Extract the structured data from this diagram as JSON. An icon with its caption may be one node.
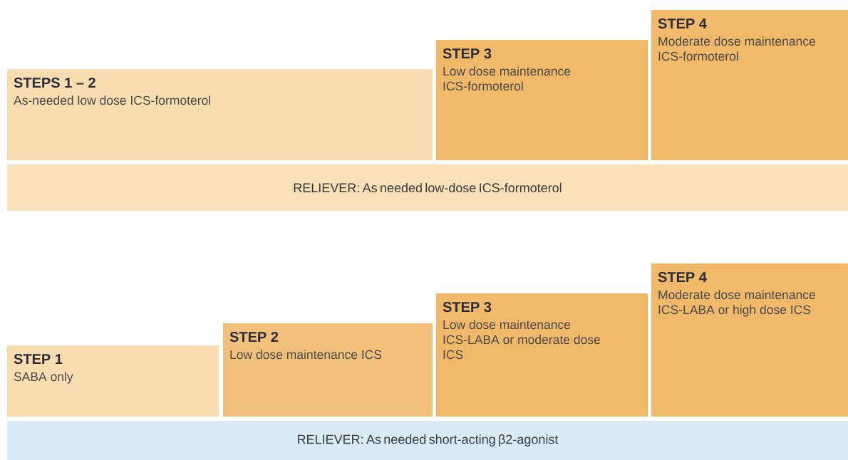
{
  "diagram": {
    "nodes": [
      {
        "text": [
          "STEPS 1 – 2",
          "As-needed low dose ICS-formoterol"
        ]
      },
      {
        "text": [
          "STEP 3",
          "Low dose maintenance ICS-formoterol"
        ]
      },
      {
        "text": [
          "STEP 4",
          "Moderate dose maintenance ICS-formoterol"
        ]
      },
      {
        "text": [
          "RELIEVER: As needed low-dose ICS-formoterol"
        ]
      },
      {
        "text": [
          "STEP 1",
          "SABA only"
        ]
      },
      {
        "text": [
          "STEP 2",
          "Low dose maintenance ICS"
        ]
      },
      {
        "text": [
          "STEP 3",
          "Low dose maintenance ICS-LABA or moderate dose ICS"
        ]
      },
      {
        "text": [
          "STEP 4",
          "Moderate dose maintenance ICS-LABA or high dose ICS"
        ]
      },
      {
        "text": [
          "RELIEVER: As needed short-acting β2-agonist"
        ]
      }
    ]
  }
}
